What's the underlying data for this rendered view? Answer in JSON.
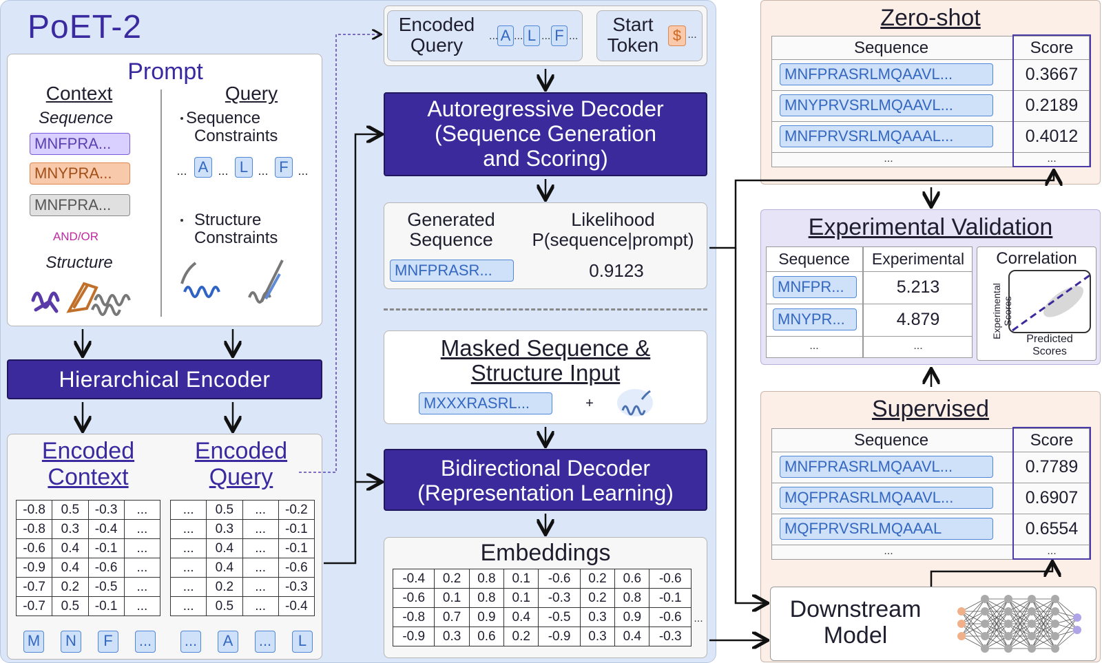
{
  "app_title": "PoET-2",
  "prompt": {
    "title": "Prompt",
    "context_label": "Context",
    "query_label": "Query",
    "sequence_label": "Sequence",
    "context_seqs": [
      "MNFPRA...",
      "MNYPRA...",
      "MNFPRA..."
    ],
    "and_or": "AND/OR",
    "structure_label": "Structure",
    "seq_constraints_1": "Sequence",
    "seq_constraints_2": "Constraints",
    "struct_constraints_1": "Structure",
    "struct_constraints_2": "Constraints",
    "query_tokens": [
      "...",
      "A",
      "...",
      "L",
      "...",
      "F",
      "..."
    ]
  },
  "encoder": {
    "label": "Hierarchical Encoder"
  },
  "encoded": {
    "context_1": "Encoded",
    "context_2": "Context",
    "query_1": "Encoded",
    "query_2": "Query",
    "context_rows": [
      [
        "-0.8",
        "0.5",
        "-0.3",
        "..."
      ],
      [
        "-0.8",
        "0.3",
        "-0.4",
        "..."
      ],
      [
        "-0.6",
        "0.4",
        "-0.1",
        "..."
      ],
      [
        "-0.9",
        "0.4",
        "-0.6",
        "..."
      ],
      [
        "-0.7",
        "0.2",
        "-0.5",
        "..."
      ],
      [
        "-0.7",
        "0.5",
        "-0.1",
        "..."
      ]
    ],
    "query_rows": [
      [
        "...",
        "0.5",
        "...",
        "-0.2"
      ],
      [
        "...",
        "0.3",
        "...",
        "-0.1"
      ],
      [
        "...",
        "0.4",
        "...",
        "-0.1"
      ],
      [
        "...",
        "0.4",
        "...",
        "-0.6"
      ],
      [
        "...",
        "0.2",
        "...",
        "-0.3"
      ],
      [
        "...",
        "0.5",
        "...",
        "-0.4"
      ]
    ],
    "context_tokens": [
      "M",
      "N",
      "F",
      "..."
    ],
    "query_tokens": [
      "...",
      "A",
      "...",
      "L"
    ]
  },
  "top_inputs": {
    "encoded_query_1": "Encoded",
    "encoded_query_2": "Query",
    "eq_tokens": [
      "...",
      "A",
      "...",
      "L",
      "...",
      "F",
      "..."
    ],
    "start_1": "Start",
    "start_2": "Token",
    "start_token": "$",
    "start_dots": "..."
  },
  "ar_decoder": {
    "line1": "Autoregressive Decoder",
    "line2": "(Sequence Generation",
    "line3": "and Scoring)"
  },
  "generated": {
    "h1_1": "Generated",
    "h1_2": "Sequence",
    "h2_1": "Likelihood",
    "h2_2": "P(sequence|prompt)",
    "seq": "MNFPRASR...",
    "likelihood": "0.9123"
  },
  "masked": {
    "title_1": "Masked Sequence &",
    "title_2": "Structure Input",
    "seq": "MXXXRASRL...",
    "plus": "+"
  },
  "bi_decoder": {
    "line1": "Bidirectional Decoder",
    "line2": "(Representation Learning)"
  },
  "embeddings": {
    "title": "Embeddings",
    "rows": [
      [
        "-0.4",
        "0.2",
        "0.8",
        "0.1",
        "-0.6",
        "0.2",
        "0.6",
        "-0.6"
      ],
      [
        "-0.6",
        "0.1",
        "0.8",
        "0.1",
        "-0.3",
        "0.2",
        "0.8",
        "-0.1"
      ],
      [
        "-0.8",
        "0.7",
        "0.9",
        "0.4",
        "-0.5",
        "0.3",
        "0.9",
        "-0.6"
      ],
      [
        "-0.9",
        "0.3",
        "0.6",
        "0.2",
        "-0.9",
        "0.3",
        "0.4",
        "-0.3"
      ]
    ],
    "trailing_dots": "..."
  },
  "zero_shot": {
    "title": "Zero-shot",
    "col_seq": "Sequence",
    "col_score": "Score",
    "rows": [
      {
        "seq": "MNFPRASRLMQAAVL...",
        "score": "0.3667"
      },
      {
        "seq": "MNYPRVSRLMQAAVL...",
        "score": "0.2189"
      },
      {
        "seq": "MNFPRVSRLMQAAAL...",
        "score": "0.4012"
      }
    ],
    "more": "..."
  },
  "experimental": {
    "title": "Experimental Validation",
    "col_seq": "Sequence",
    "col_exp": "Experimental",
    "rows": [
      {
        "seq": "MNFPR...",
        "val": "5.213"
      },
      {
        "seq": "MNYPR...",
        "val": "4.879"
      }
    ],
    "more": "...",
    "corr_title": "Correlation",
    "y_label_1": "Experimental",
    "y_label_2": "Scores",
    "x_label_1": "Predicted",
    "x_label_2": "Scores"
  },
  "supervised": {
    "title": "Supervised",
    "col_seq": "Sequence",
    "col_score": "Score",
    "rows": [
      {
        "seq": "MNFPRASRLMQAAVL...",
        "score": "0.7789"
      },
      {
        "seq": "MQFPRASRLMQAAVL...",
        "score": "0.6907"
      },
      {
        "seq": "MQFPRVSRLMQAAAL",
        "score": "0.6554"
      }
    ],
    "more": "..."
  },
  "downstream": {
    "line1": "Downstream",
    "line2": "Model"
  },
  "colors": {
    "purple": "#3b2a9c",
    "panel_blue": "#dbe7f8",
    "panel_peach": "#fcefe8",
    "panel_lavender": "#e7e4f7",
    "chip_blue": "#cfe0f9"
  }
}
